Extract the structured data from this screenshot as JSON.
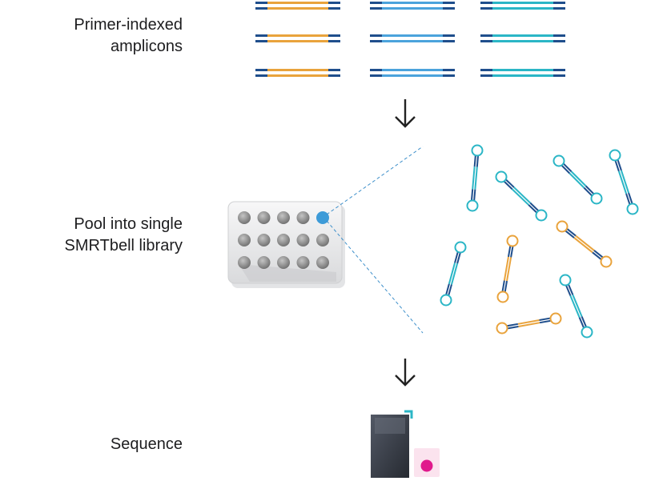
{
  "steps": {
    "primer_line1": "Primer-indexed",
    "primer_line2": "amplicons",
    "pool_line1": "Pool into single",
    "pool_line2": "SMRTbell library",
    "sequence": "Sequence"
  },
  "colors": {
    "adapter_navy": "#1f4e8c",
    "orange_insert": "#e9a33c",
    "blue_insert": "#4ba3dc",
    "teal_insert": "#2bb6c6",
    "arrow": "#222222",
    "well_highlight": "#3d9bd8",
    "sequencer_body": "#353a44",
    "smrt_cell_dot": "#e01a8c",
    "smrt_cell_pad": "#fbe3ee"
  },
  "icons": {
    "arrows": [
      "down-arrow-icon",
      "down-arrow-icon"
    ],
    "plate": "well-plate-icon",
    "sequencer": "sequencer-icon",
    "smrt_cell": "smrt-cell-icon",
    "molecule": "smrtbell-molecule-icon"
  },
  "amplicon_columns": [
    "orange",
    "blue",
    "teal"
  ],
  "amplicon_rows": 3,
  "plate": {
    "rows": 3,
    "cols": 5,
    "highlighted_well": [
      0,
      4
    ]
  },
  "molecules": [
    {
      "insert": "teal"
    },
    {
      "insert": "teal"
    },
    {
      "insert": "teal"
    },
    {
      "insert": "teal"
    },
    {
      "insert": "orange"
    },
    {
      "insert": "teal"
    },
    {
      "insert": "orange"
    },
    {
      "insert": "teal"
    },
    {
      "insert": "orange"
    }
  ]
}
